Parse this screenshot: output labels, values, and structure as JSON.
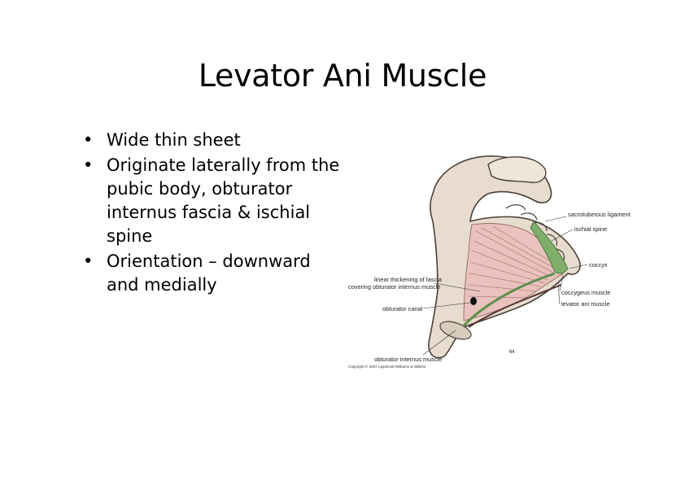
{
  "slide": {
    "title": "Levator Ani Muscle",
    "bullets": [
      "Wide thin sheet",
      "Originate laterally from the pubic body, obturator internus fascia & ischial spine",
      "Orientation – downward and medially"
    ]
  },
  "figure": {
    "labels": {
      "sacrotuberous": "sacrotuberous ligament",
      "ischial_spine": "ischial spine",
      "coccyx": "coccyx",
      "linear_1": "linear thickening of fascia",
      "linear_2": "covering obturator internus muscle",
      "coccygeus": "coccygeus muscle",
      "levator": "levator ani muscle",
      "obturator_canal": "obturator canal",
      "obturator_internus": "obturator internus muscle",
      "page_no": "64",
      "copyright": "Copyright © 2007 Lippincott Williams & Wilkins"
    },
    "colors": {
      "bone": "#e7dccd",
      "bone_stroke": "#4a4038",
      "muscle": "#e9c2bd",
      "green": "#7fae6a"
    }
  }
}
